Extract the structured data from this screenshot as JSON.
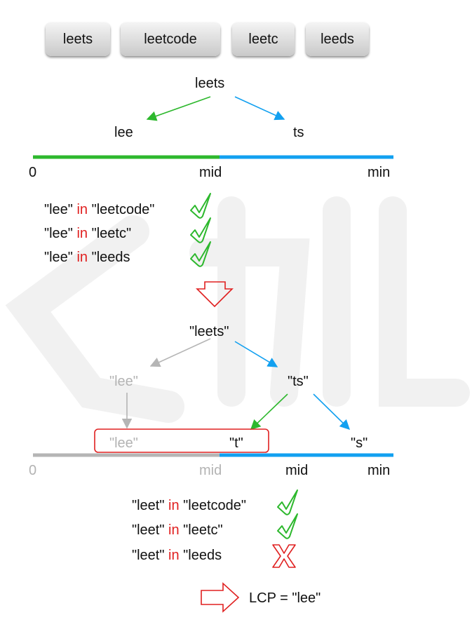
{
  "strings": [
    "leets",
    "leetcode",
    "leetc",
    "leeds"
  ],
  "step1": {
    "root": "leets",
    "left": "lee",
    "right": "ts",
    "axis": {
      "start": "0",
      "mid": "mid",
      "end": "min"
    },
    "checks": [
      {
        "sub": "\"lee\"",
        "kw": "in",
        "target": "\"leetcode\"",
        "result": "pass"
      },
      {
        "sub": "\"lee\"",
        "kw": "in",
        "target": "\"leetc\"",
        "result": "pass"
      },
      {
        "sub": "\"lee\"",
        "kw": "in",
        "target": "\"leeds",
        "result": "pass"
      }
    ]
  },
  "step2": {
    "root": "\"leets\"",
    "left": "\"lee\"",
    "right": "\"ts\"",
    "left_child": "\"lee\"",
    "mid_child": "\"t\"",
    "right_child": "\"s\"",
    "axis": {
      "start": "0",
      "old_mid": "mid",
      "mid": "mid",
      "end": "min"
    },
    "checks": [
      {
        "sub": "\"leet\"",
        "kw": "in",
        "target": "\"leetcode\"",
        "result": "pass"
      },
      {
        "sub": "\"leet\"",
        "kw": "in",
        "target": "\"leetc\"",
        "result": "pass"
      },
      {
        "sub": "\"leet\"",
        "kw": "in",
        "target": "\"leeds",
        "result": "fail"
      }
    ]
  },
  "result": "LCP = \"lee\"",
  "colors": {
    "green": "#2db82d",
    "blue": "#12a0f0",
    "gray": "#b5b5b5",
    "red": "#e02020"
  }
}
